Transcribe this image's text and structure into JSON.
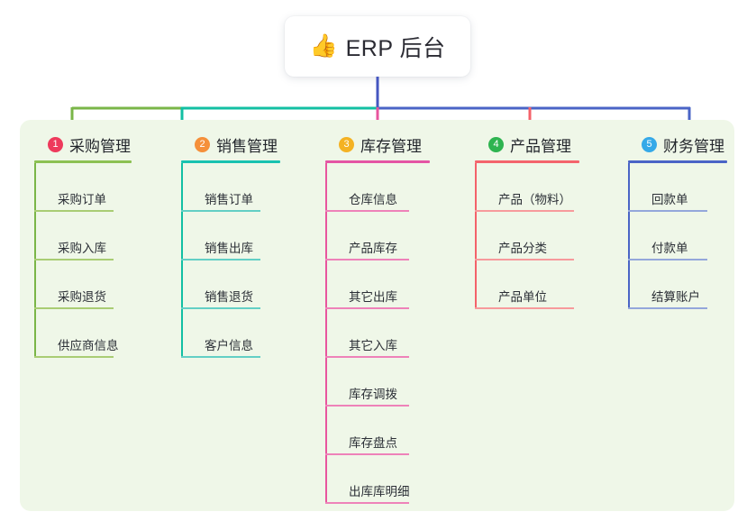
{
  "diagram": {
    "type": "mind-map",
    "root": {
      "icon": "thumbs-up-icon",
      "icon_glyph": "👍",
      "title": "ERP 后台"
    },
    "panel_background": "#eff7e8",
    "trunk_color": "#4556c0",
    "branches": [
      {
        "index": "1",
        "title": "采购管理",
        "badge_color": "#ee3a5c",
        "line_color": "#7ab648",
        "rule_color": "#8cc152",
        "leaf_rule_color": "#a9cd74",
        "items": [
          {
            "label": "采购订单"
          },
          {
            "label": "采购入库"
          },
          {
            "label": "采购退货"
          },
          {
            "label": "供应商信息"
          }
        ]
      },
      {
        "index": "2",
        "title": "销售管理",
        "badge_color": "#f5903a",
        "line_color": "#12bfa3",
        "rule_color": "#19c2b0",
        "leaf_rule_color": "#63cfc5",
        "items": [
          {
            "label": "销售订单"
          },
          {
            "label": "销售出库"
          },
          {
            "label": "销售退货"
          },
          {
            "label": "客户信息"
          }
        ]
      },
      {
        "index": "3",
        "title": "库存管理",
        "badge_color": "#f4b223",
        "line_color": "#e8559e",
        "rule_color": "#e455a4",
        "leaf_rule_color": "#ee82b9",
        "items": [
          {
            "label": "仓库信息"
          },
          {
            "label": "产品库存"
          },
          {
            "label": "其它出库"
          },
          {
            "label": "其它入库"
          },
          {
            "label": "库存调拨"
          },
          {
            "label": "库存盘点"
          },
          {
            "label": "出库库明细"
          }
        ]
      },
      {
        "index": "4",
        "title": "产品管理",
        "badge_color": "#2eb450",
        "line_color": "#f4626a",
        "rule_color": "#f4646c",
        "leaf_rule_color": "#f79a9c",
        "items": [
          {
            "label": "产品（物料）"
          },
          {
            "label": "产品分类"
          },
          {
            "label": "产品单位"
          }
        ]
      },
      {
        "index": "5",
        "title": "财务管理",
        "badge_color": "#35a9e8",
        "line_color": "#4a64c6",
        "rule_color": "#4a64c6",
        "leaf_rule_color": "#94a7db",
        "items": [
          {
            "label": "回款单"
          },
          {
            "label": "付款单"
          },
          {
            "label": "结算账户"
          }
        ]
      }
    ],
    "connector_bar": {
      "segments": [
        {
          "name": "green-segment",
          "color": "#7ab648"
        },
        {
          "name": "teal-segment",
          "color": "#12bfa3"
        },
        {
          "name": "blue-segment",
          "color": "#4a64c6"
        }
      ]
    }
  }
}
